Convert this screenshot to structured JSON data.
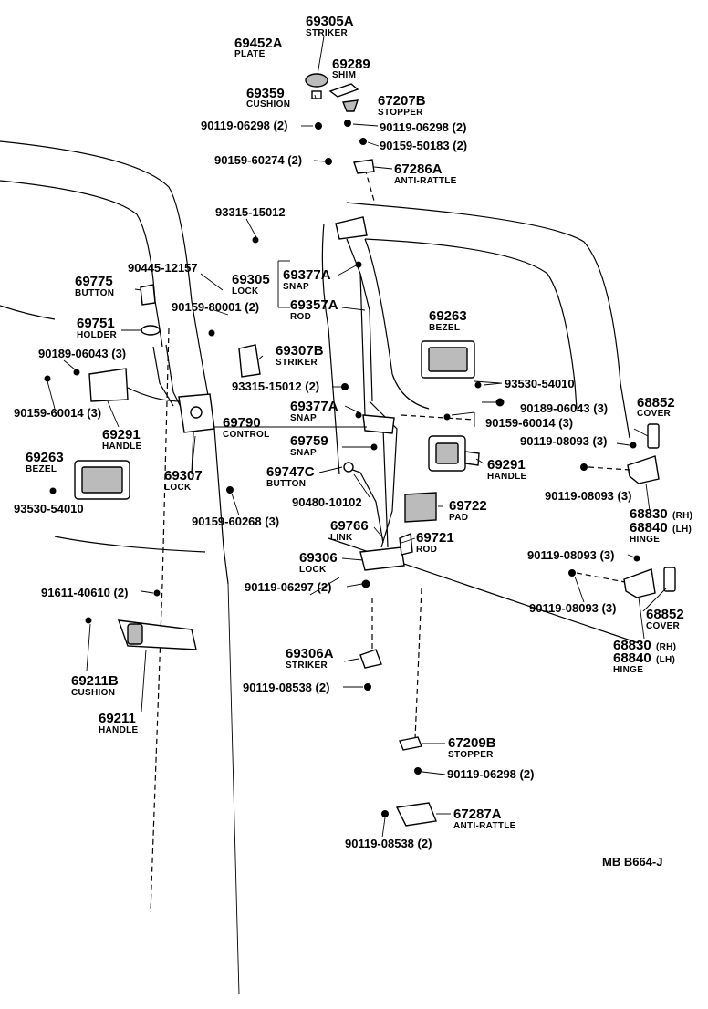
{
  "parts": {
    "p69305A": {
      "number": "69305A",
      "name": "STRIKER"
    },
    "p69452A": {
      "number": "69452A",
      "name": "PLATE"
    },
    "p69289": {
      "number": "69289",
      "name": "SHIM"
    },
    "p69359": {
      "number": "69359",
      "name": "CUSHION"
    },
    "p67207B": {
      "number": "67207B",
      "name": "STOPPER"
    },
    "b90119_06298_l": {
      "number": "90119-06298 (2)"
    },
    "b90119_06298_r": {
      "number": "90119-06298 (2)"
    },
    "b90159_50183": {
      "number": "90159-50183 (2)"
    },
    "b90159_60274": {
      "number": "90159-60274 (2)"
    },
    "p67286A": {
      "number": "67286A",
      "name": "ANTI-RATTLE"
    },
    "b93315_15012_a": {
      "number": "93315-15012"
    },
    "b90445_12157": {
      "number": "90445-12157"
    },
    "p69775": {
      "number": "69775",
      "name": "BUTTON"
    },
    "p69305": {
      "number": "69305",
      "name": "LOCK"
    },
    "p69377A_a": {
      "number": "69377A",
      "name": "SNAP"
    },
    "p69357A": {
      "number": "69357A",
      "name": "ROD"
    },
    "b90159_80001": {
      "number": "90159-80001 (2)"
    },
    "p69751": {
      "number": "69751",
      "name": "HOLDER"
    },
    "p69263_r": {
      "number": "69263",
      "name": "BEZEL"
    },
    "b90189_06043_l": {
      "number": "90189-06043 (3)"
    },
    "p69307B": {
      "number": "69307B",
      "name": "STRIKER"
    },
    "b93530_54010_r": {
      "number": "93530-54010"
    },
    "b93315_15012_b": {
      "number": "93315-15012 (2)"
    },
    "b90189_06043_r": {
      "number": "90189-06043 (3)"
    },
    "p68852_a": {
      "number": "68852",
      "name": "COVER"
    },
    "b90159_60014_l": {
      "number": "90159-60014 (3)"
    },
    "p69377A_b": {
      "number": "69377A",
      "name": "SNAP"
    },
    "b90159_60014_r": {
      "number": "90159-60014 (3)"
    },
    "p69291_l": {
      "number": "69291",
      "name": "HANDLE"
    },
    "p69790": {
      "number": "69790",
      "name": "CONTROL"
    },
    "b90119_08093_a": {
      "number": "90119-08093 (3)"
    },
    "p69759": {
      "number": "69759",
      "name": "SNAP"
    },
    "p69263_l": {
      "number": "69263",
      "name": "BEZEL"
    },
    "p69307": {
      "number": "69307",
      "name": "LOCK"
    },
    "p69291_r": {
      "number": "69291",
      "name": "HANDLE"
    },
    "p69747C": {
      "number": "69747C",
      "name": "BUTTON"
    },
    "b90119_08093_b": {
      "number": "90119-08093 (3)"
    },
    "b93530_54010_l": {
      "number": "93530-54010"
    },
    "b90480_10102": {
      "number": "90480-10102"
    },
    "p69722": {
      "number": "69722",
      "name": "PAD"
    },
    "b90159_60268": {
      "number": "90159-60268 (3)"
    },
    "p68830_a": {
      "number": "68830",
      "suffix": "(RH)"
    },
    "p68840_a": {
      "number": "68840",
      "suffix": "(LH)",
      "name": "HINGE"
    },
    "p69766": {
      "number": "69766",
      "name": "LINK"
    },
    "p69721": {
      "number": "69721",
      "name": "ROD"
    },
    "p69306": {
      "number": "69306",
      "name": "LOCK"
    },
    "b90119_08093_c": {
      "number": "90119-08093 (3)"
    },
    "b91611_40610": {
      "number": "91611-40610 (2)"
    },
    "b90119_06297": {
      "number": "90119-06297 (2)"
    },
    "b90119_08093_d": {
      "number": "90119-08093 (3)"
    },
    "p68852_b": {
      "number": "68852",
      "name": "COVER"
    },
    "p68830_b": {
      "number": "68830",
      "suffix": "(RH)"
    },
    "p68840_b": {
      "number": "68840",
      "suffix": "(LH)",
      "name": "HINGE"
    },
    "p69306A": {
      "number": "69306A",
      "name": "STRIKER"
    },
    "p69211B": {
      "number": "69211B",
      "name": "CUSHION"
    },
    "b90119_08538_a": {
      "number": "90119-08538 (2)"
    },
    "p69211": {
      "number": "69211",
      "name": "HANDLE"
    },
    "p67209B": {
      "number": "67209B",
      "name": "STOPPER"
    },
    "b90119_06298_b": {
      "number": "90119-06298 (2)"
    },
    "p67287A": {
      "number": "67287A",
      "name": "ANTI-RATTLE"
    },
    "b90119_08538_b": {
      "number": "90119-08538 (2)"
    }
  },
  "footer": {
    "code": "MB  B664-J"
  }
}
